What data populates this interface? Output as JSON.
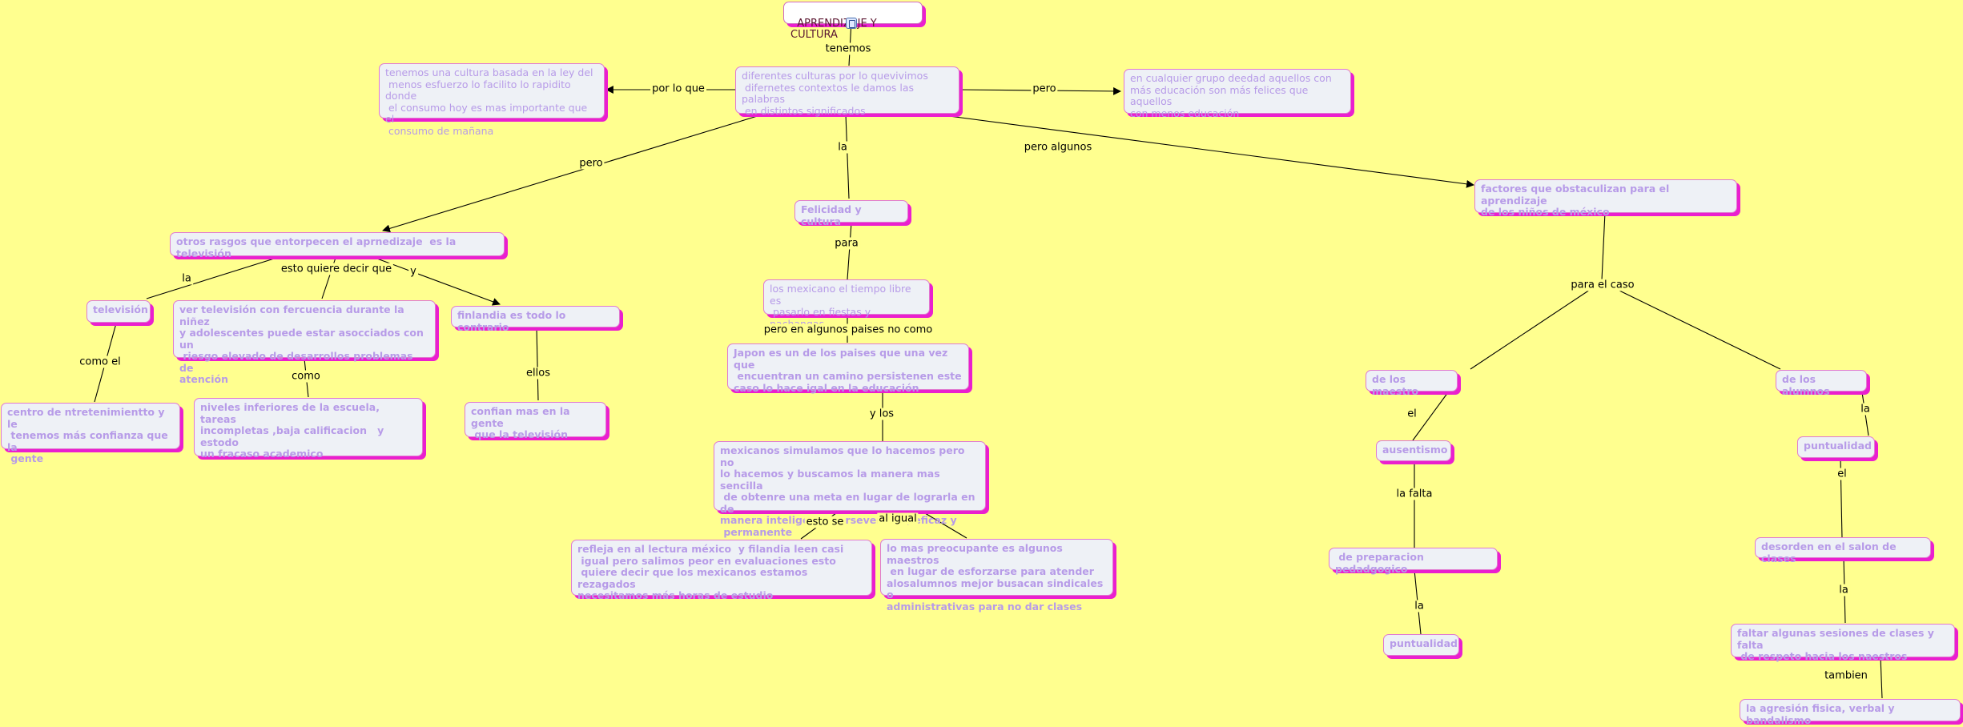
{
  "map": {
    "title": "APRENDIZAJE Y CULTURA",
    "nodes": {
      "cultura_ley": "tenemos una cultura basada en la ley del\n menos esfuerzo lo facilito lo rapidito donde\n el consumo hoy es mas importante que el\n consumo de mañana",
      "diferentes": "diferentes culturas por lo quevivimos\n difernetes contextos le damos las palabras\n en distintos significados",
      "grupo_edad": "en cualquier grupo deedad aquellos con\nmás educación son más felices que aquellos\ncon menos educación",
      "otros_rasgos": "otros rasgos que entorpecen el aprnedizaje  es la televisión",
      "felicidad": "Felicidad y cultura",
      "factores": "factores que obstaculizan para el aprendizaje\nde los niños de méxico",
      "television": "televisión",
      "ver_tv": "ver televisión con fercuencia durante la niñez\ny adolescentes puede estar asocciados con un\n riesgo elevado de desarrollos problemas de\natención",
      "finlandia": "finlandia es todo lo contrario",
      "centro": "centro de ntretenimientto y le\n tenemos más confianza que la\n gente",
      "niveles": "niveles inferiores de la escuela, tareas\nincompletas ,baja calificacion   y estodo\nun fracaso academico",
      "confian": "confian mas en la gente\n que la televisión",
      "mexicano_libre": "los mexicano el tiempo libre es\n pasarlo en fiestas y pachangas",
      "japon": "Japon es un de los paises que una vez que\n encuentran un camino persistenen este\ncaso lo hace igal en la educación",
      "mexicanos_simulamos": "mexicanos simulamos que lo hacemos pero no\nlo hacemos y buscamos la manera mas sencilla\n de obtenre una meta en lugar de lograrla en de\nmanera inteligente perseverante, eficaz y\n permanente",
      "refleja": "refleja en al lectura méxico  y filandia leen casi\n igual pero salimos peor en evaluaciones esto\n quiere decir que los mexicanos estamos rezagados\nnecesitamos más horas de estudio",
      "preocupante": "lo mas preocupante es algunos maestros\n en lugar de esforzarse para atender\nalosalumnos mejor busacan sindicales o\nadministrativas para no dar clases",
      "de_maestro": "de los maestro",
      "de_alumnos": "de los alumnos",
      "ausentismo": "ausentismo",
      "puntualidad_a": "puntualidad",
      "preparacion": " de preparacion pedadgogico",
      "desorden": "desorden en el salon de clases",
      "puntualidad_m": "puntualidad",
      "faltar": "faltar algunas sesiones de clases y falta\n de respeto hacia los naestros",
      "agresion": "la agresión fisica, verbal y bandalismo"
    },
    "labels": {
      "tenemos": "tenemos",
      "por_lo_que": "por lo que",
      "pero_right": "pero",
      "pero_left": "pero",
      "la_center": "la",
      "pero_algunos": "pero algunos",
      "la_tv": "la",
      "esto_quiere": "esto quiere decir que",
      "y_fin": "y",
      "para": "para",
      "como_el": "como el",
      "como": "como",
      "ellos": "ellos",
      "pero_paises": "pero en algunos paises no como",
      "y_los": "y los",
      "esto_se": "esto se",
      "al_igual": "al igual",
      "para_el_caso": "para el caso",
      "el_m": "el",
      "la_falta": "la falta",
      "la_m": "la",
      "la_a": "la",
      "el_a": "el",
      "la_a2": "la",
      "tambien": "tambien"
    },
    "colors": {
      "background": "#ffff8f",
      "node_fill": "#eef1f6",
      "node_shadow": "#ea1fcf",
      "node_text": "#b79be8",
      "link": "#000000"
    }
  }
}
